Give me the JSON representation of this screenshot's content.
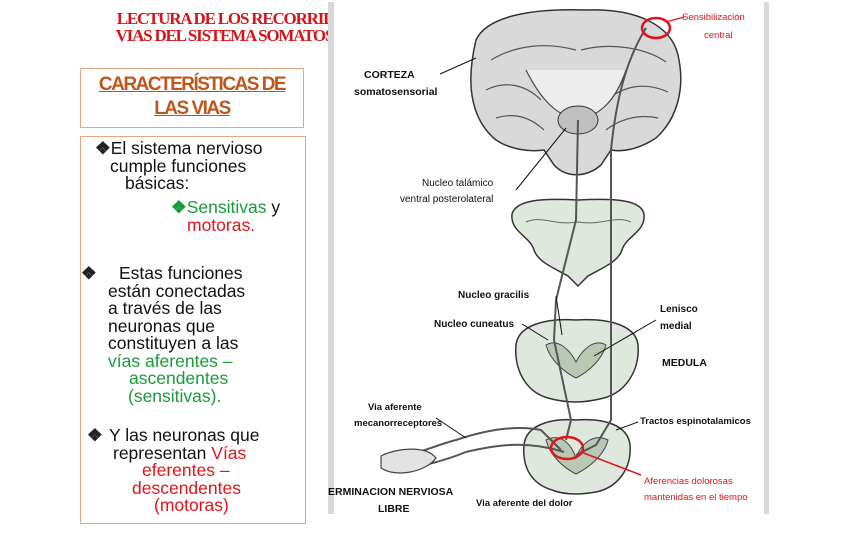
{
  "title": {
    "line1": "LECTURA DE LOS RECORRIDOS DE LAS",
    "line2": "VIAS  DEL SISTEMA SOMATOSENSORIAL"
  },
  "characteristics": {
    "heading_line1": "CARACTERÍSTICAS DE",
    "heading_line2": "LAS VIAS"
  },
  "bullets": {
    "b1": {
      "mark": "❖",
      "line1": "El sistema nervioso",
      "line2": "cumple funciones",
      "line3": "básicas:"
    },
    "b1_sub": {
      "mark": "❖",
      "green": "Sensitivas",
      "and": " y",
      "red": "motoras."
    },
    "b2": {
      "mark": "❖",
      "line1": "Estas funciones",
      "line2": "están conectadas",
      "line3": "a través de las",
      "line4": "neuronas que",
      "line5": "constituyen a las",
      "green1": "vías aferentes –",
      "green2": "ascendentes",
      "green3": "(sensitivas)."
    },
    "b3": {
      "mark": "❖",
      "line1": "Y las neuronas que",
      "line2a": "representan ",
      "red1": "Vías",
      "red2": "eferentes –",
      "red3": "descendentes",
      "red4": "(motoras)"
    }
  },
  "diagram_labels": {
    "cortex1": "CORTEZA",
    "cortex2": "somatosensorial",
    "sens1": "Sensibilización",
    "sens2": "central",
    "thal1": "Nucleo talámico",
    "thal2": "ventral posterolateral",
    "gracilis": "Nucleo gracilis",
    "cuneatus": "Nucleo cuneatus",
    "lemnisco1": "Lenisco",
    "lemnisco2": "medial",
    "medula": "MEDULA",
    "via_mec1": "Via aferente",
    "via_mec2": "mecanorreceptores",
    "tractos": "Tractos espinotalamicos",
    "term1": "ERMINACION NERVIOSA",
    "term2": "LIBRE",
    "via_dolor": "Via aferente del dolor",
    "aferencias1": "Aferencias dolorosas",
    "aferencias2": "mantenidas en el tiempo"
  },
  "colors": {
    "title_red": "#d8141a",
    "heading_orange": "#c0561c",
    "green": "#1a9a3a",
    "red": "#e0141a",
    "box_border": "#e3a682"
  }
}
